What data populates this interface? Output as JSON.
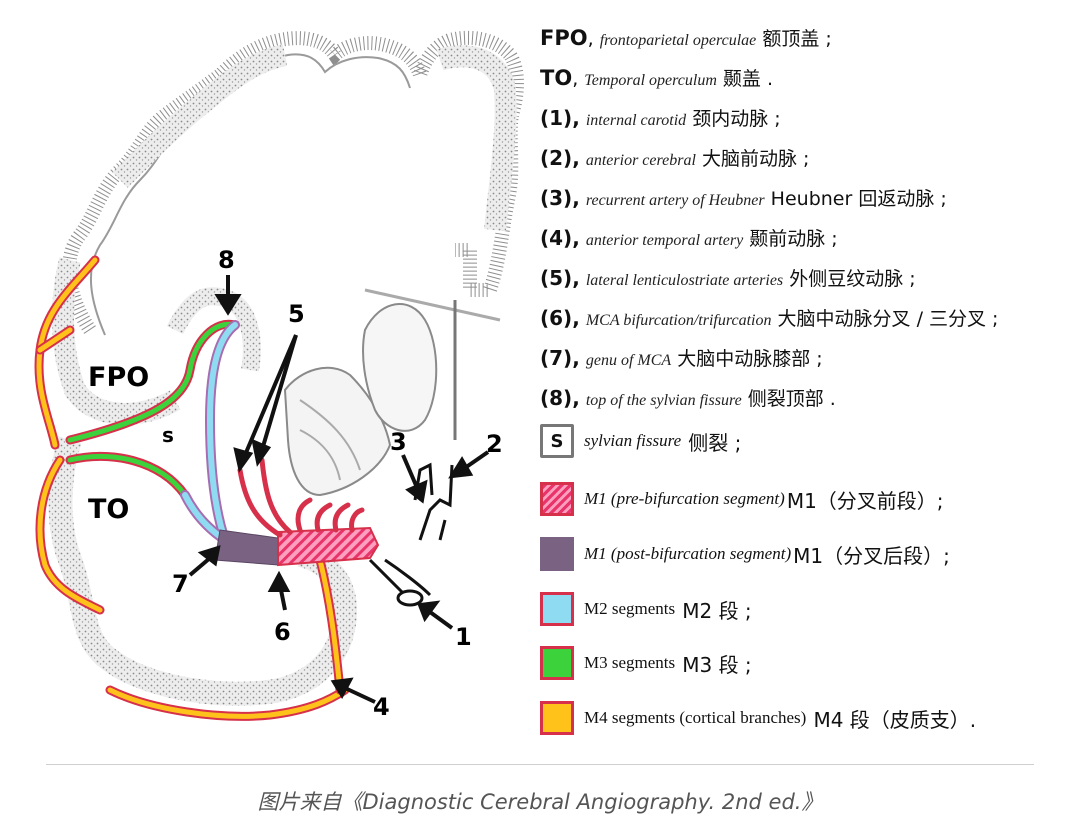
{
  "figure": {
    "labels": {
      "fpo": "FPO",
      "to": "TO",
      "s": "s",
      "n1": "1",
      "n2": "2",
      "n3": "3",
      "n4": "4",
      "n5": "5",
      "n6": "6",
      "n7": "7",
      "n8": "8"
    }
  },
  "legend": [
    {
      "term": "FPO",
      "en": "frontoparietal operculae",
      "zh": "额顶盖 ;"
    },
    {
      "term": "TO",
      "en": "Temporal operculum",
      "zh": "颞盖 ."
    },
    {
      "term": "(1),",
      "en": "internal carotid",
      "zh": "颈内动脉 ;"
    },
    {
      "term": "(2),",
      "en": "anterior cerebral",
      "zh": "大脑前动脉 ;"
    },
    {
      "term": "(3),",
      "en": "recurrent artery of Heubner",
      "zh": "Heubner 回返动脉 ;"
    },
    {
      "term": "(4),",
      "en": "anterior temporal artery",
      "zh": "颞前动脉 ;"
    },
    {
      "term": "(5),",
      "en": "lateral lenticulostriate arteries",
      "zh": "外侧豆纹动脉 ;"
    },
    {
      "term": "(6),",
      "en": "MCA bifurcation/trifurcation",
      "zh": "大脑中动脉分叉 / 三分叉 ;"
    },
    {
      "term": "(7),",
      "en": "genu of MCA",
      "zh": "大脑中动脉膝部 ;"
    },
    {
      "term": "(8),",
      "en": "top of the sylvian fissure",
      "zh": "侧裂顶部 ."
    }
  ],
  "key": [
    {
      "swatch": "S",
      "en": "sylvian fissure",
      "zh": "侧裂 ;",
      "color": "#ffffff"
    },
    {
      "swatch": "",
      "en": "M1 (pre-bifurcation segment)",
      "zh": "M1（分叉前段）;",
      "color": "#e8346a"
    },
    {
      "swatch": "",
      "en": "M1 (post-bifurcation segment)",
      "zh": "M1（分叉后段）;",
      "color": "#7a6283"
    },
    {
      "swatch": "",
      "en": "M2 segments",
      "zh": "M2 段 ;",
      "color": "#8fdcf2"
    },
    {
      "swatch": "",
      "en": "M3 segments",
      "zh": "M3 段 ;",
      "color": "#3bd23b"
    },
    {
      "swatch": "",
      "en": "M4 segments (cortical branches)",
      "zh": "M4 段（皮质支）.",
      "color": "#ffc21a"
    }
  ],
  "caption": "图片来自《Diagnostic Cerebral Angiography. 2nd ed.》"
}
